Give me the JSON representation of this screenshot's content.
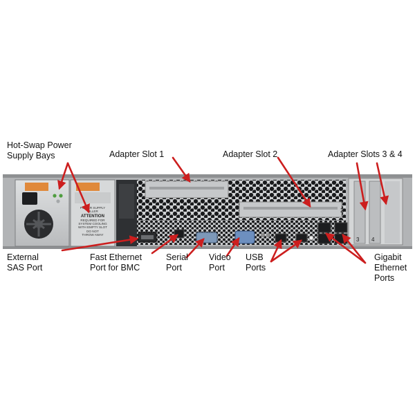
{
  "labels": {
    "hot_swap_power": {
      "line1": "Hot-Swap Power",
      "line2": "Supply Bays"
    },
    "adapter_slot_1": "Adapter Slot 1",
    "adapter_slot_2": "Adapter Slot 2",
    "adapter_slots_3_4": "Adapter Slots 3 & 4",
    "external_sas": {
      "line1": "External",
      "line2": "SAS Port"
    },
    "fast_ethernet": {
      "line1": "Fast Ethernet",
      "line2": "Port for BMC"
    },
    "serial": {
      "line1": "Serial",
      "line2": "Port"
    },
    "video": {
      "line1": "Video",
      "line2": "Port"
    },
    "usb": {
      "line1": "USB",
      "line2": "Ports"
    },
    "gigabit": {
      "line1": "Gigabit",
      "line2": "Ethernet",
      "line3": "Ports"
    }
  },
  "psu_filler_text": [
    "POWER SUPPLY",
    "FILLER",
    "ATTENTION",
    "REQUIRED FOR",
    "SYSTEM COOLING",
    "WITH EMPTY SLOT",
    "DO NOT",
    "THROW AWAY"
  ],
  "slot_numbers": [
    "2",
    "3",
    "4"
  ],
  "colors": {
    "arrow": "#cc1e1e",
    "chassis": "#c4c6c8",
    "chassis_dark": "#2e3033",
    "bezel": "#a8aaac",
    "release_tab": "#e0893a"
  }
}
